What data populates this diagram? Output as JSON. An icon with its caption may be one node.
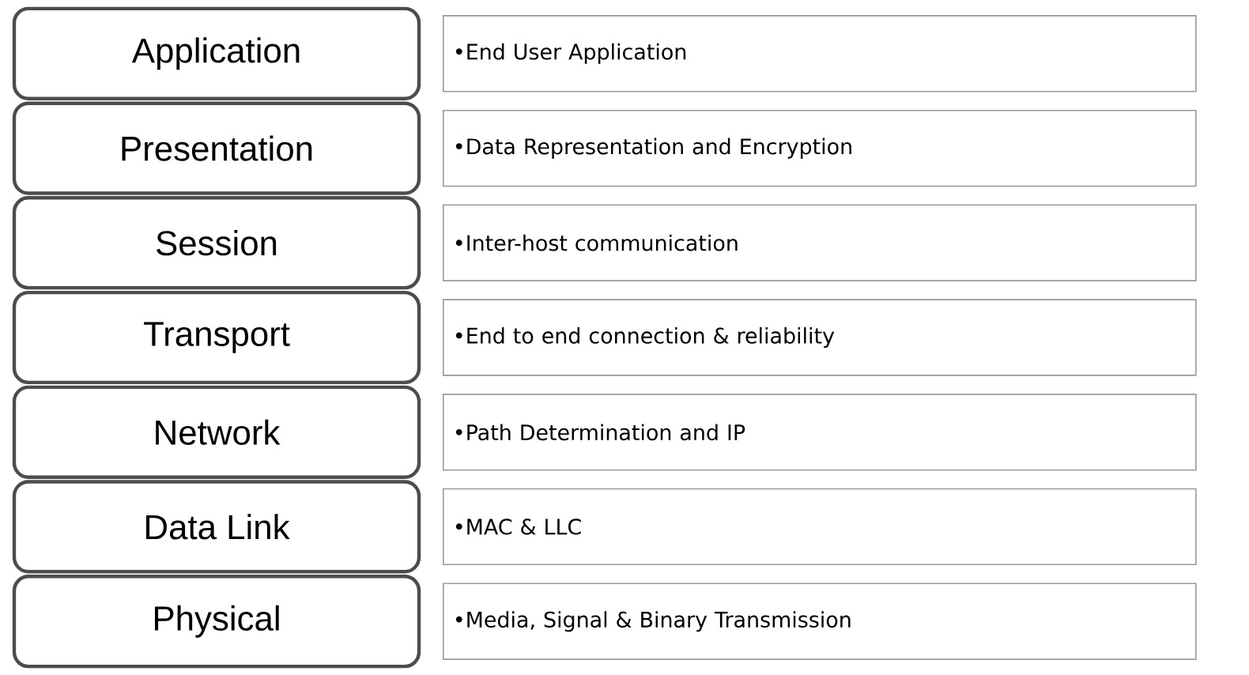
{
  "diagram": {
    "nodes": [
      {
        "text": [
          "Application"
        ]
      },
      {
        "text": [
          "•End User Application"
        ]
      },
      {
        "text": [
          "Presentation"
        ]
      },
      {
        "text": [
          "•Data Representation and Encryption"
        ]
      },
      {
        "text": [
          "Session"
        ]
      },
      {
        "text": [
          "•Inter-host communication"
        ]
      },
      {
        "text": [
          "Transport"
        ]
      },
      {
        "text": [
          "•End to end connection & reliability"
        ]
      },
      {
        "text": [
          "Network"
        ]
      },
      {
        "text": [
          "•Path Determination and IP"
        ]
      },
      {
        "text": [
          "Data Link"
        ]
      },
      {
        "text": [
          "•MAC & LLC"
        ]
      },
      {
        "text": [
          "Physical"
        ]
      },
      {
        "text": [
          "•Media, Signal & Binary Transmission"
        ]
      }
    ]
  }
}
